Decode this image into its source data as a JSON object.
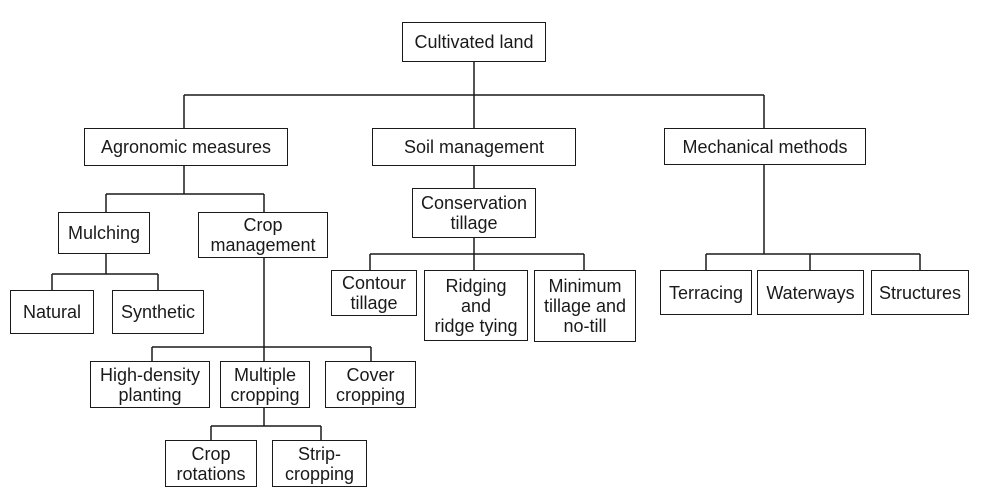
{
  "nodes": {
    "cultivated_land": [
      "Cultivated land"
    ],
    "agronomic_measures": [
      "Agronomic measures"
    ],
    "soil_management": [
      "Soil management"
    ],
    "mechanical_methods": [
      "Mechanical methods"
    ],
    "mulching": [
      "Mulching"
    ],
    "crop_management": [
      "Crop",
      "management"
    ],
    "natural": [
      "Natural"
    ],
    "synthetic": [
      "Synthetic"
    ],
    "high_density_planting": [
      "High-density",
      "planting"
    ],
    "multiple_cropping": [
      "Multiple",
      "cropping"
    ],
    "cover_cropping": [
      "Cover",
      "cropping"
    ],
    "crop_rotations": [
      "Crop",
      "rotations"
    ],
    "strip_cropping": [
      "Strip-",
      "cropping"
    ],
    "conservation_tillage": [
      "Conservation",
      "tillage"
    ],
    "contour_tillage": [
      "Contour",
      "tillage"
    ],
    "ridging": [
      "Ridging",
      "and",
      "ridge tying"
    ],
    "minimum_tillage": [
      "Minimum",
      "tillage and",
      "no-till"
    ],
    "terracing": [
      "Terracing"
    ],
    "waterways": [
      "Waterways"
    ],
    "structures": [
      "Structures"
    ]
  }
}
